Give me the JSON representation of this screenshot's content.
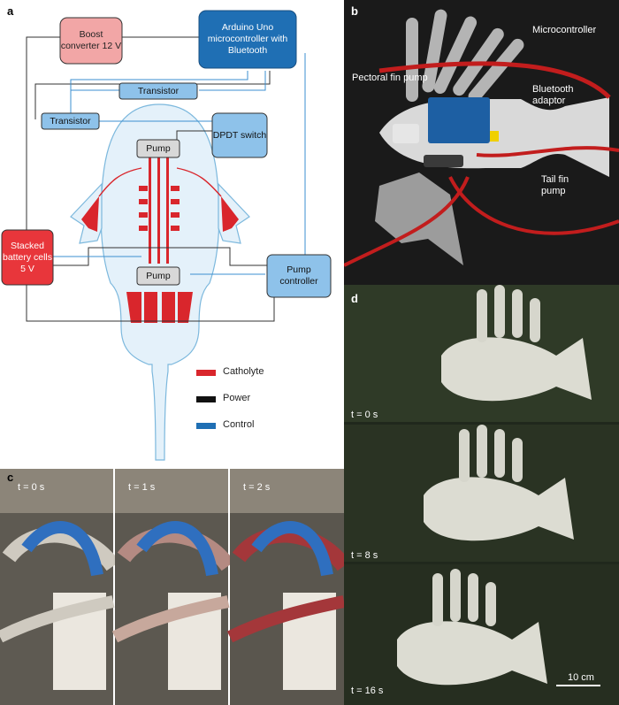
{
  "panels": {
    "a": "a",
    "b": "b",
    "c": "c",
    "d": "d"
  },
  "diagram": {
    "boost": "Boost converter 12 V",
    "arduino": "Arduino Uno microcontroller with Bluetooth",
    "transistor_top": "Transistor",
    "transistor_left": "Transistor",
    "dpdt": "DPDT switch",
    "pump_top": "Pump",
    "pump_bottom": "Pump",
    "battery": "Stacked battery cells 5 V",
    "pump_controller": "Pump controller"
  },
  "legend": {
    "catholyte": {
      "label": "Catholyte",
      "color": "#d9262c"
    },
    "power": {
      "label": "Power",
      "color": "#111111"
    },
    "control": {
      "label": "Control",
      "color": "#1f6fb4"
    }
  },
  "panel_b": {
    "pectoral": "Pectoral fin pump",
    "microcontroller": "Microcontroller",
    "bluetooth": "Bluetooth adaptor",
    "tail": "Tail fin pump"
  },
  "panel_c": {
    "times": [
      "t = 0 s",
      "t = 1 s",
      "t = 2 s"
    ]
  },
  "panel_d": {
    "times": [
      "t = 0 s",
      "t = 8 s",
      "t = 16 s"
    ],
    "scale": "10 cm"
  }
}
